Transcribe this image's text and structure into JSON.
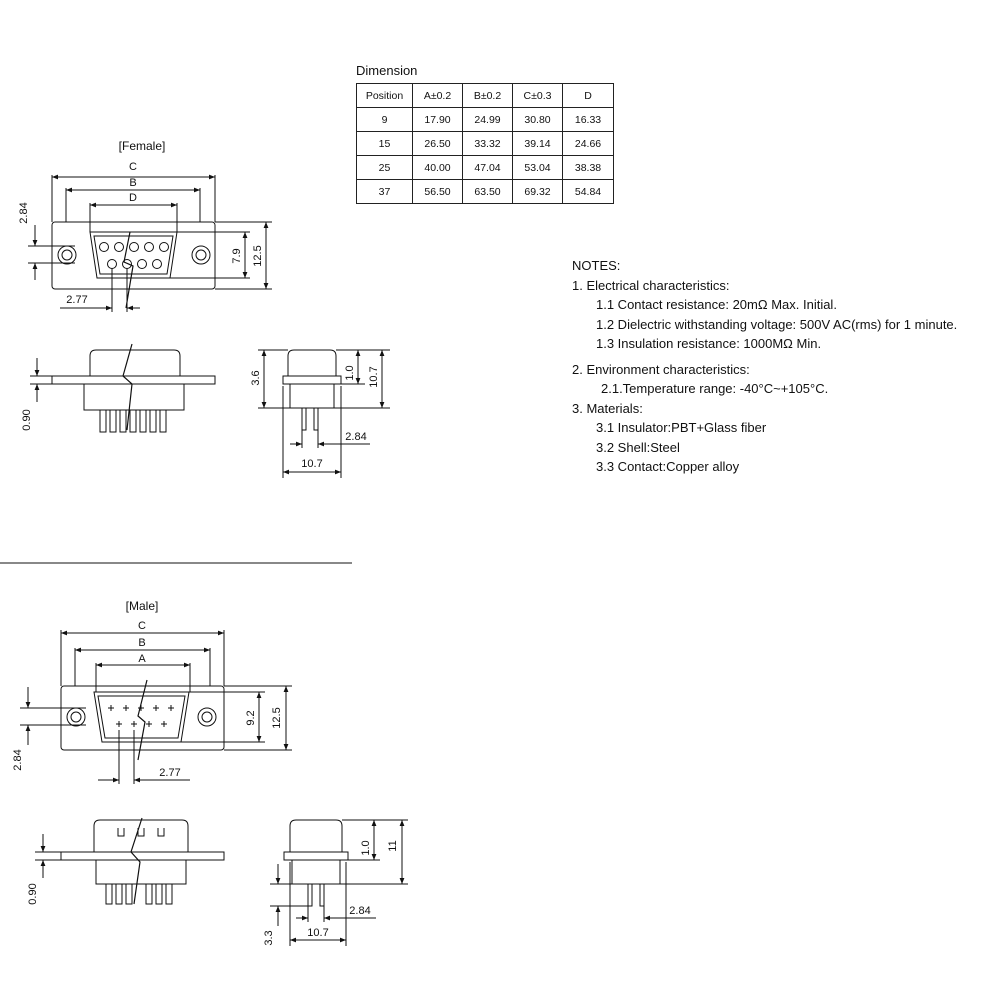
{
  "dimension": {
    "title": "Dimension",
    "headers": [
      "Position",
      "A±0.2",
      "B±0.2",
      "C±0.3",
      "D"
    ],
    "rows": [
      [
        "9",
        "17.90",
        "24.99",
        "30.80",
        "16.33"
      ],
      [
        "15",
        "26.50",
        "33.32",
        "39.14",
        "24.66"
      ],
      [
        "25",
        "40.00",
        "47.04",
        "53.04",
        "38.38"
      ],
      [
        "37",
        "56.50",
        "63.50",
        "69.32",
        "54.84"
      ]
    ]
  },
  "notes": {
    "title": "NOTES:",
    "s1": "1. Electrical characteristics:",
    "s1_1": "1.1 Contact resistance: 20mΩ Max. Initial.",
    "s1_2": "1.2 Dielectric withstanding voltage: 500V AC(rms) for 1 minute.",
    "s1_3": "1.3 Insulation resistance: 1000MΩ Min.",
    "s2": "2. Environment characteristics:",
    "s2_1": "2.1.Temperature range: -40°C~+105°C.",
    "s3": "3. Materials:",
    "s3_1": "3.1 Insulator:PBT+Glass fiber",
    "s3_2": "3.2 Shell:Steel",
    "s3_3": "3.3 Contact:Copper alloy"
  },
  "female": {
    "label": "[Female]",
    "c": "C",
    "b": "B",
    "d": "D",
    "dim_284": "2.84",
    "dim_277": "2.77",
    "dim_79": "7.9",
    "dim_125": "12.5",
    "side_090": "0.90",
    "side_36": "3.6",
    "side_10": "1.0",
    "side_107v": "10.7",
    "side_284": "2.84",
    "side_107h": "10.7"
  },
  "male": {
    "label": "[Male]",
    "c": "C",
    "b": "B",
    "a": "A",
    "dim_284": "2.84",
    "dim_277": "2.77",
    "dim_92": "9.2",
    "dim_125": "12.5",
    "side_090": "0.90",
    "side_10": "1.0",
    "side_11": "11",
    "side_284": "2.84",
    "side_33": "3.3",
    "side_107h": "10.7"
  }
}
